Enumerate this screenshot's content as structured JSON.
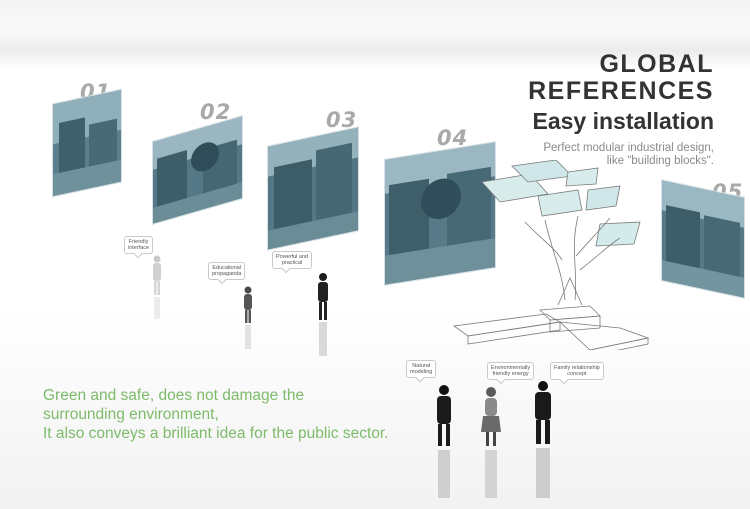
{
  "header": {
    "title_line1": "GLOBAL",
    "title_line2": "REFERENCES",
    "subtitle": "Easy installation",
    "desc_line1": "Perfect modular industrial design,",
    "desc_line2": "like \"building blocks\"."
  },
  "gallery": {
    "numbers": [
      "01",
      "02",
      "03",
      "04",
      "05"
    ]
  },
  "bubbles": {
    "b1_l1": "Friendly",
    "b1_l2": "interface",
    "b2_l1": "Educational",
    "b2_l2": "propaganda",
    "b3_l1": "Powerful and",
    "b3_l2": "practical",
    "b4_l1": "Natural",
    "b4_l2": "modeling",
    "b5_l1": "Environmentally",
    "b5_l2": "friendly energy",
    "b6_l1": "Family relationship",
    "b6_l2": "concept"
  },
  "message": {
    "line1": "Green and safe, does not damage the",
    "line2": "surrounding environment,",
    "line3": "It also conveys a brilliant idea for the public sector."
  },
  "colors": {
    "accent_green": "#7dbb6a",
    "heading": "#333333",
    "panel_tint": "#4f7380"
  }
}
